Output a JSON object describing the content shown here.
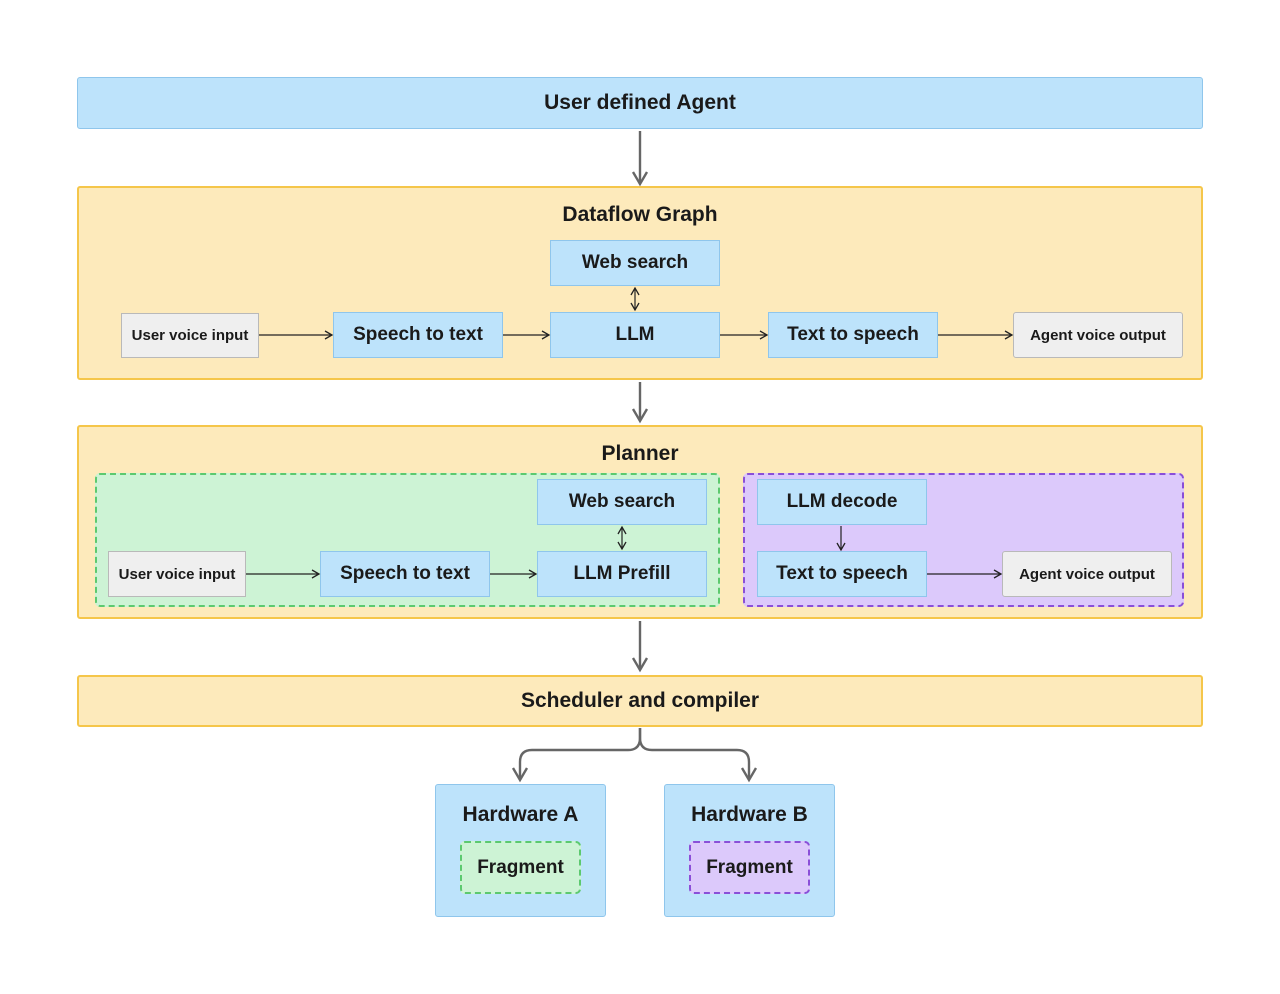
{
  "agent": {
    "title": "User defined Agent"
  },
  "dataflow": {
    "title": "Dataflow Graph",
    "user_input": "User voice input",
    "speech_to_text": "Speech to text",
    "llm": "LLM",
    "web_search": "Web search",
    "text_to_speech": "Text to speech",
    "agent_output": "Agent voice output"
  },
  "planner": {
    "title": "Planner",
    "green_group": {
      "user_input": "User voice input",
      "speech_to_text": "Speech to text",
      "web_search": "Web search",
      "llm_prefill": "LLM Prefill"
    },
    "purple_group": {
      "llm_decode": "LLM decode",
      "text_to_speech": "Text to speech",
      "agent_output": "Agent voice output"
    }
  },
  "scheduler": {
    "title": "Scheduler and compiler"
  },
  "hardware": [
    {
      "title": "Hardware A",
      "fragment": "Fragment"
    },
    {
      "title": "Hardware B",
      "fragment": "Fragment"
    }
  ],
  "colors": {
    "agent_blue": "#bde3fb",
    "frame_yellow": "#fdeabb",
    "frame_border": "#f5c64a",
    "group_green": "#cdf3d5",
    "group_purple": "#dcc9fb"
  }
}
